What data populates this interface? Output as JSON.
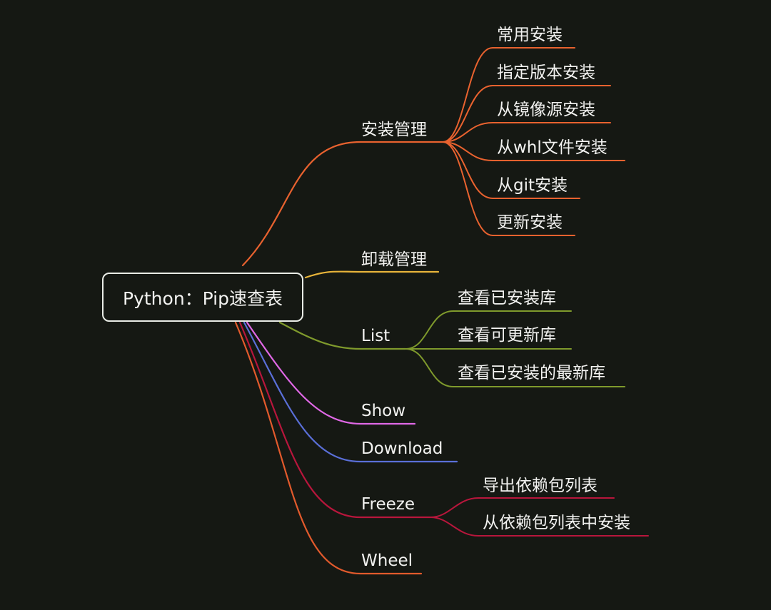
{
  "root": {
    "label": "Python：Pip速查表"
  },
  "branches": [
    {
      "label": "安装管理",
      "color": "#e8622f",
      "children": [
        "常用安装",
        "指定版本安装",
        "从镜像源安装",
        "从whl文件安装",
        "从git安装",
        "更新安装"
      ]
    },
    {
      "label": "卸载管理",
      "color": "#e8b43a",
      "children": []
    },
    {
      "label": "List",
      "color": "#7f9a2c",
      "children": [
        "查看已安装库",
        "查看可更新库",
        "查看已安装的最新库"
      ]
    },
    {
      "label": "Show",
      "color": "#e068e6",
      "children": []
    },
    {
      "label": "Download",
      "color": "#5a6fd8",
      "children": []
    },
    {
      "label": "Freeze",
      "color": "#b8163c",
      "children": [
        "导出依赖包列表",
        "从依赖包列表中安装"
      ]
    },
    {
      "label": "Wheel",
      "color": "#e25a2c",
      "children": []
    }
  ]
}
